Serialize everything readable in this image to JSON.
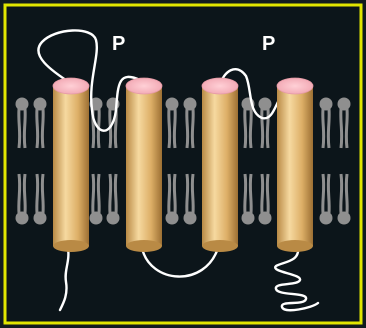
{
  "labels": {
    "p_left": "P",
    "p_right": "P"
  },
  "colors": {
    "frame": "#e2e600",
    "background": "#0c151a",
    "cylinder_body": "#dcae66",
    "cylinder_cap": "#f4b2bc",
    "lipid": "#8a8a8a",
    "loop": "#ffffff"
  },
  "helices": 4,
  "icons": [
    "lipid-bilayer-icon",
    "helix-cylinder-icon"
  ]
}
